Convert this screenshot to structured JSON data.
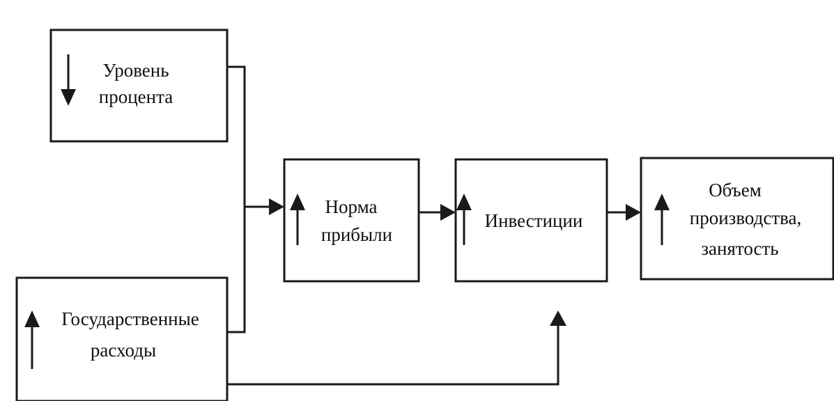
{
  "boxes": {
    "interest_rate": {
      "line1": "Уровень",
      "line2": "процента",
      "direction": "down"
    },
    "government_spending": {
      "line1": "Государственные",
      "line2": "расходы",
      "direction": "up"
    },
    "profit_rate": {
      "line1": "Норма",
      "line2": "прибыли",
      "direction": "up"
    },
    "investment": {
      "line1": "Инвестиции",
      "direction": "up"
    },
    "output_employment": {
      "line1": "Объем",
      "line2": "производства,",
      "line3": "занятость",
      "direction": "up"
    }
  },
  "colors": {
    "ink": "#1a1a1a",
    "background": "#ffffff"
  }
}
